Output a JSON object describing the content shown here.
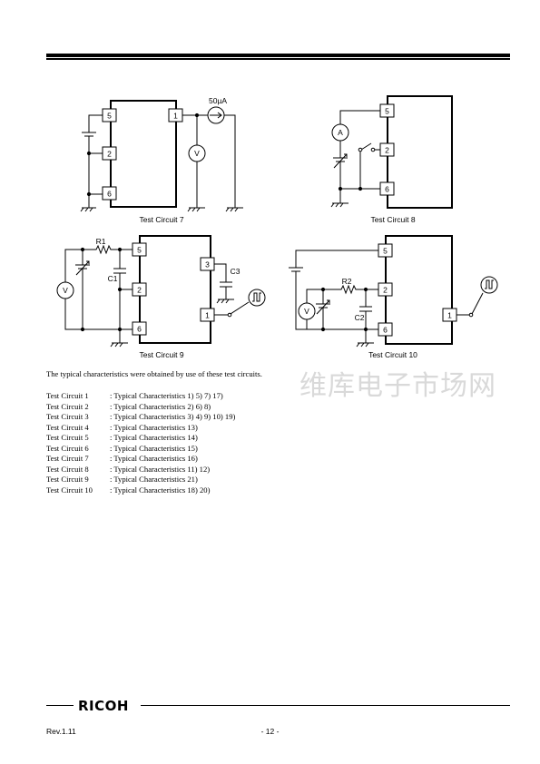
{
  "circuits": {
    "c7": {
      "caption": "Test Circuit 7",
      "current": "50µA",
      "pins": [
        "5",
        "2",
        "6",
        "1"
      ],
      "meter": "V"
    },
    "c8": {
      "caption": "Test Circuit 8",
      "pins": [
        "5",
        "2",
        "6"
      ],
      "meter": "A"
    },
    "c9": {
      "caption": "Test Circuit 9",
      "pins": [
        "5",
        "2",
        "6",
        "3",
        "1"
      ],
      "meter": "V",
      "r": "R1",
      "c1": "C1",
      "c3": "C3"
    },
    "c10": {
      "caption": "Test Circuit 10",
      "pins": [
        "5",
        "2",
        "6",
        "1"
      ],
      "meter": "V",
      "r": "R2",
      "c2": "C2"
    }
  },
  "watermark": "维库电子市场网",
  "intro": "The typical characteristics were obtained by use of these test circuits.",
  "table": [
    {
      "circuit": "Test Circuit 1",
      "desc": ": Typical Characteristics 1) 5) 7) 17)"
    },
    {
      "circuit": "Test Circuit 2",
      "desc": ": Typical Characteristics 2) 6) 8)"
    },
    {
      "circuit": "Test Circuit 3",
      "desc": ": Typical Characteristics 3) 4) 9) 10) 19)"
    },
    {
      "circuit": "Test Circuit 4",
      "desc": ": Typical Characteristics 13)"
    },
    {
      "circuit": "Test Circuit 5",
      "desc": ": Typical Characteristics 14)"
    },
    {
      "circuit": "Test Circuit 6",
      "desc": ": Typical Characteristics 15)"
    },
    {
      "circuit": "Test Circuit 7",
      "desc": ": Typical Characteristics 16)"
    },
    {
      "circuit": "Test Circuit 8",
      "desc": ": Typical Characteristics 11) 12)"
    },
    {
      "circuit": "Test Circuit 9",
      "desc": ": Typical Characteristics 21)"
    },
    {
      "circuit": "Test Circuit 10",
      "desc": ": Typical Characteristics 18) 20)"
    }
  ],
  "footer": {
    "logo": "RICOH",
    "revision": "Rev.1.11",
    "page": "- 12 -"
  }
}
